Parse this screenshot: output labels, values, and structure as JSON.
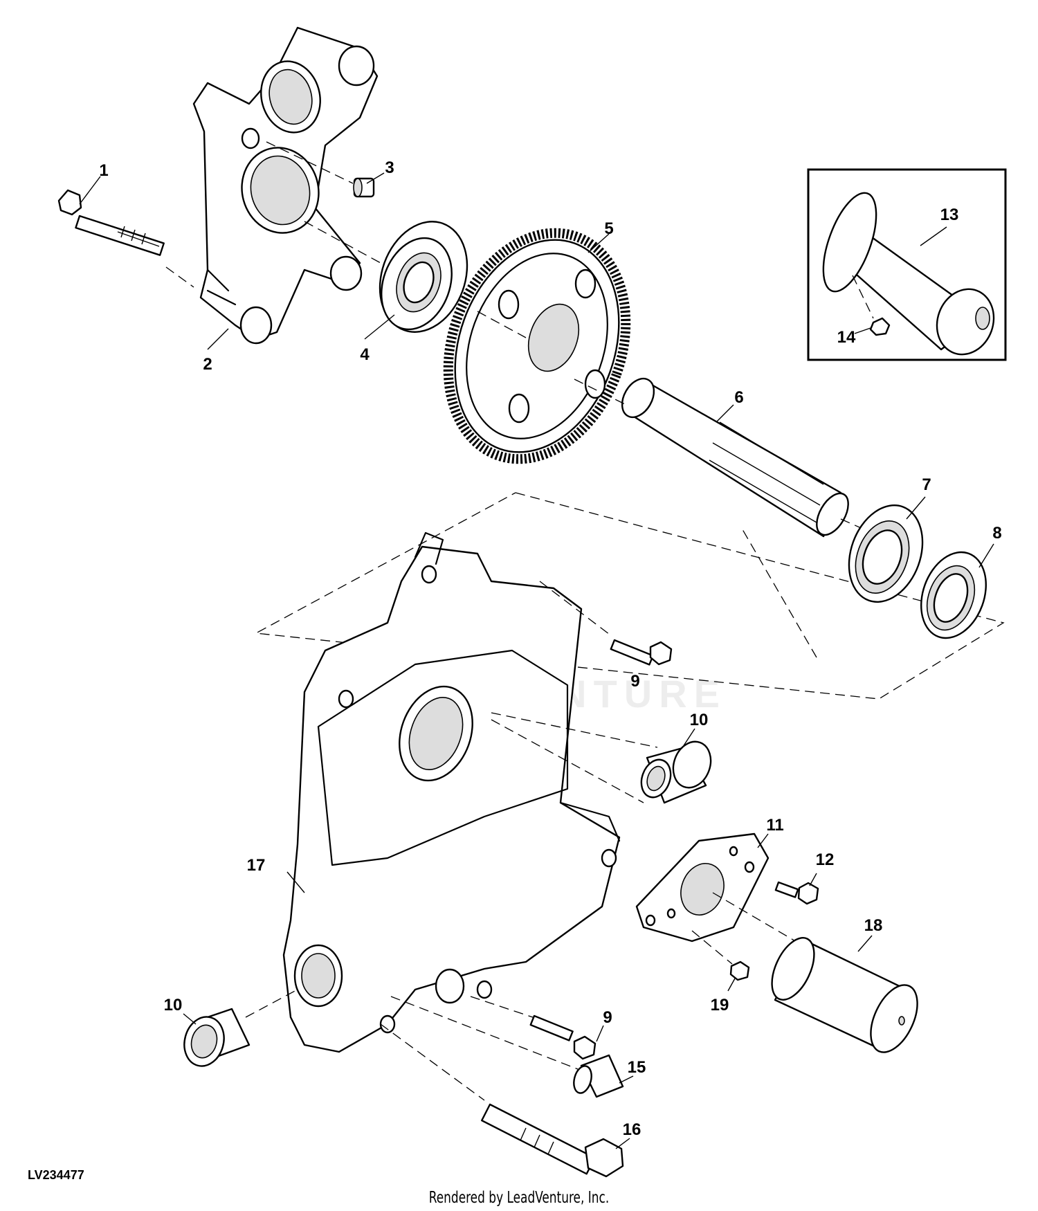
{
  "diagram": {
    "id": "LV234477",
    "footer": "Rendered by LeadVenture, Inc.",
    "watermark": "LEADVENTURE",
    "callouts": {
      "c1": "1",
      "c2": "2",
      "c3": "3",
      "c4": "4",
      "c5": "5",
      "c6": "6",
      "c7": "7",
      "c8": "8",
      "c9a": "9",
      "c9b": "9",
      "c10a": "10",
      "c10b": "10",
      "c11": "11",
      "c12": "12",
      "c13": "13",
      "c14": "14",
      "c15": "15",
      "c16": "16",
      "c17": "17",
      "c18": "18",
      "c19": "19"
    }
  }
}
